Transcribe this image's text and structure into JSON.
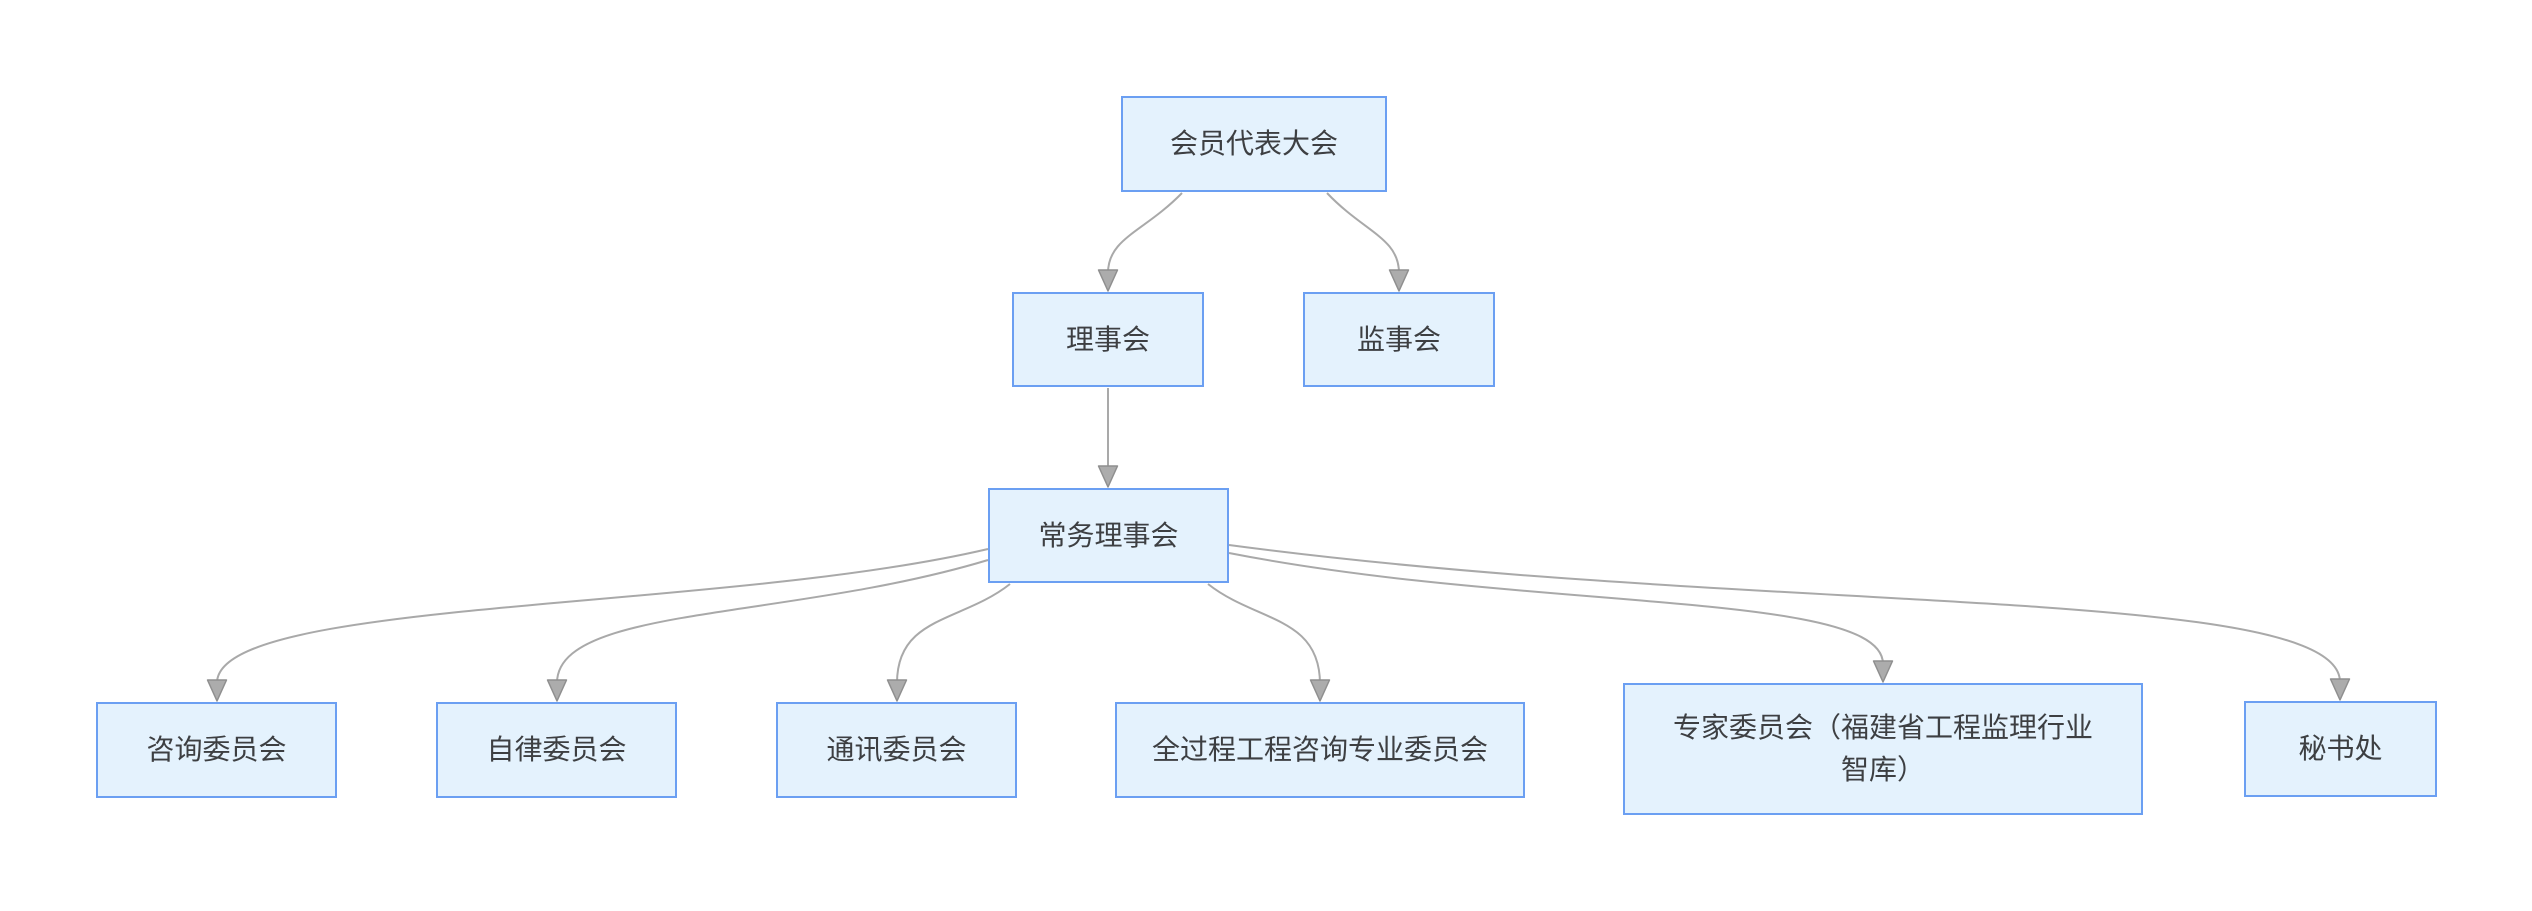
{
  "diagram": {
    "type": "org-chart",
    "nodes": [
      {
        "id": "members-congress",
        "label": "会员代表大会"
      },
      {
        "id": "council",
        "label": "理事会"
      },
      {
        "id": "supervisory-board",
        "label": "监事会"
      },
      {
        "id": "standing-council",
        "label": "常务理事会"
      },
      {
        "id": "advisory-committee",
        "label": "咨询委员会"
      },
      {
        "id": "self-discipline-committee",
        "label": "自律委员会"
      },
      {
        "id": "communications-committee",
        "label": "通讯委员会"
      },
      {
        "id": "whole-process-consulting-committee",
        "label": "全过程工程咨询专业委员会"
      },
      {
        "id": "expert-committee",
        "label": "专家委员会（福建省工程监理行业智库）"
      },
      {
        "id": "secretariat",
        "label": "秘书处"
      }
    ],
    "edges": [
      {
        "from": "members-congress",
        "to": "council"
      },
      {
        "from": "members-congress",
        "to": "supervisory-board"
      },
      {
        "from": "council",
        "to": "standing-council"
      },
      {
        "from": "standing-council",
        "to": "advisory-committee"
      },
      {
        "from": "standing-council",
        "to": "self-discipline-committee"
      },
      {
        "from": "standing-council",
        "to": "communications-committee"
      },
      {
        "from": "standing-council",
        "to": "whole-process-consulting-committee"
      },
      {
        "from": "standing-council",
        "to": "expert-committee"
      },
      {
        "from": "standing-council",
        "to": "secretariat"
      }
    ]
  },
  "colors": {
    "background": "#FFFFFF",
    "node_fill": "#E4F2FD",
    "node_border": "#6B9FF2",
    "node_text": "#3D3F42",
    "edge_line": "#A9A9A9",
    "arrow_fill": "#ACACAC",
    "arrow_stroke": "#8F8F8F"
  }
}
